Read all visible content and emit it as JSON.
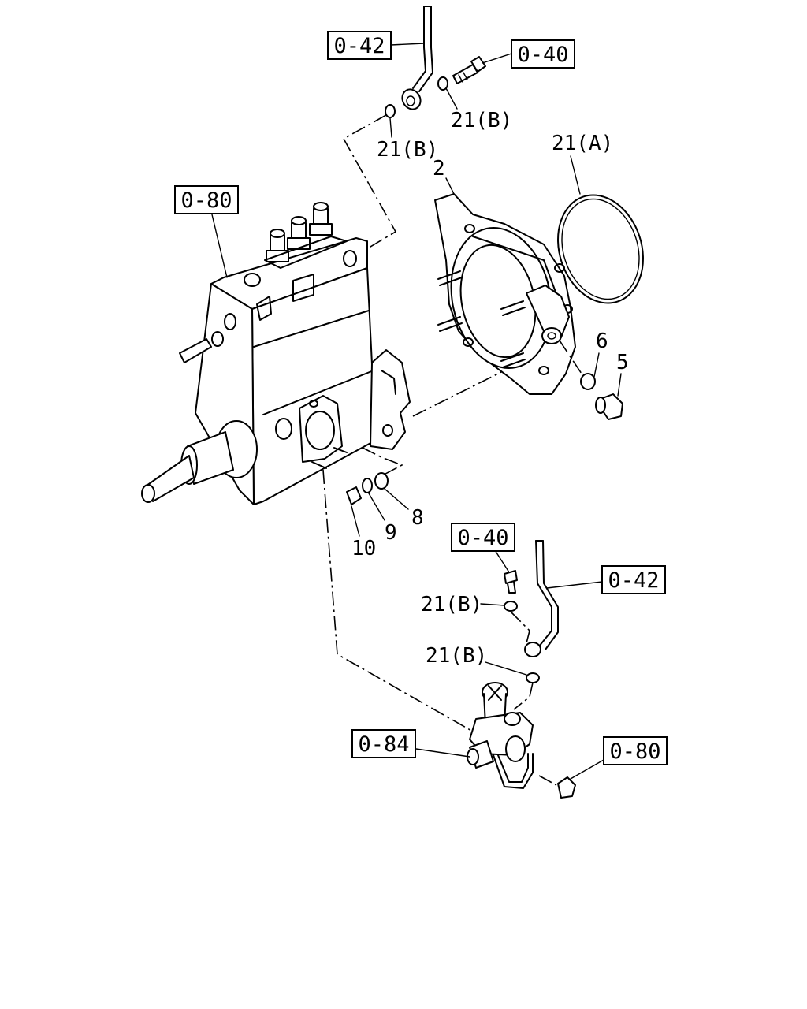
{
  "references": {
    "ref_top_pipe": "0-42",
    "ref_top_bolt": "0-40",
    "ref_pump": "0-80",
    "ref_lower_bolt": "0-40",
    "ref_lower_pipe": "0-42",
    "ref_feed_pump": "0-84",
    "ref_nut": "0-80"
  },
  "callouts": {
    "c_21b_a": "21(B)",
    "c_21b_b": "21(B)",
    "c_21a": "21(A)",
    "c_2": "2",
    "c_6": "6",
    "c_5": "5",
    "c_8": "8",
    "c_9": "9",
    "c_10": "10",
    "c_21b_c": "21(B)",
    "c_21b_d": "21(B)"
  }
}
